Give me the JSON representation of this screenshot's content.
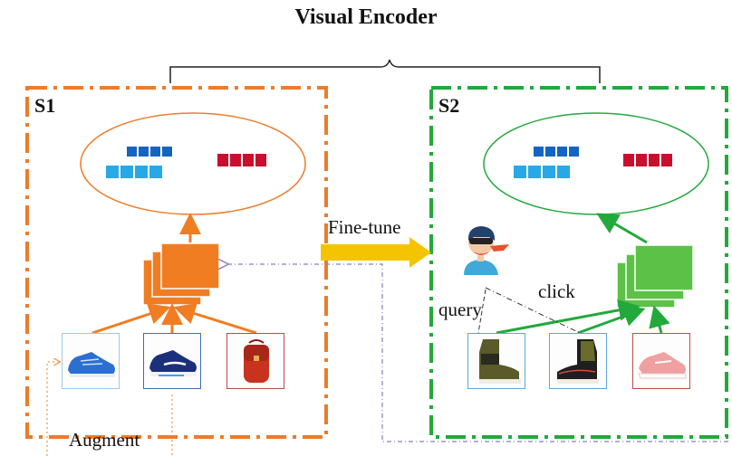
{
  "title": "Visual Encoder",
  "stages": {
    "s1": {
      "label": "S1",
      "color": "#ec7c2c"
    },
    "s2": {
      "label": "S2",
      "color": "#23a83c"
    }
  },
  "arrow_label": "Fine-tune",
  "query_label": "query",
  "click_label": "click",
  "augment_label": "Augment",
  "colors": {
    "embed_blue_dark": "#1565c0",
    "embed_blue_light": "#29a8e8",
    "embed_red": "#c8102e",
    "encoder_orange": "#f07d22",
    "encoder_green": "#5cc247",
    "finetune_yellow": "#f5c400",
    "dashed_link": "#8a7fc0"
  },
  "items": {
    "s1": [
      "blue-sneaker-image",
      "navy-sneaker-image",
      "red-backpack-image"
    ],
    "s2": [
      "olive-boot-image",
      "black-olive-boot-image",
      "pink-sneaker-image"
    ]
  },
  "icons": {
    "user": "user-avatar-icon"
  }
}
